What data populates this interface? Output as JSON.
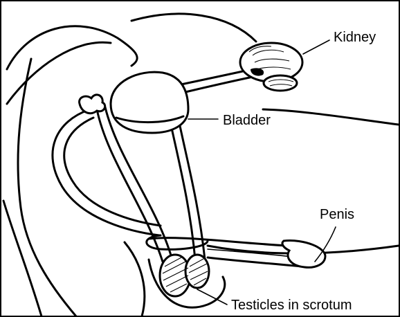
{
  "labels": {
    "kidney": "Kidney",
    "bladder": "Bladder",
    "penis": "Penis",
    "testicles": "Testicles in scrotum"
  },
  "colors": {
    "ink": "#000000",
    "background": "#ffffff"
  }
}
